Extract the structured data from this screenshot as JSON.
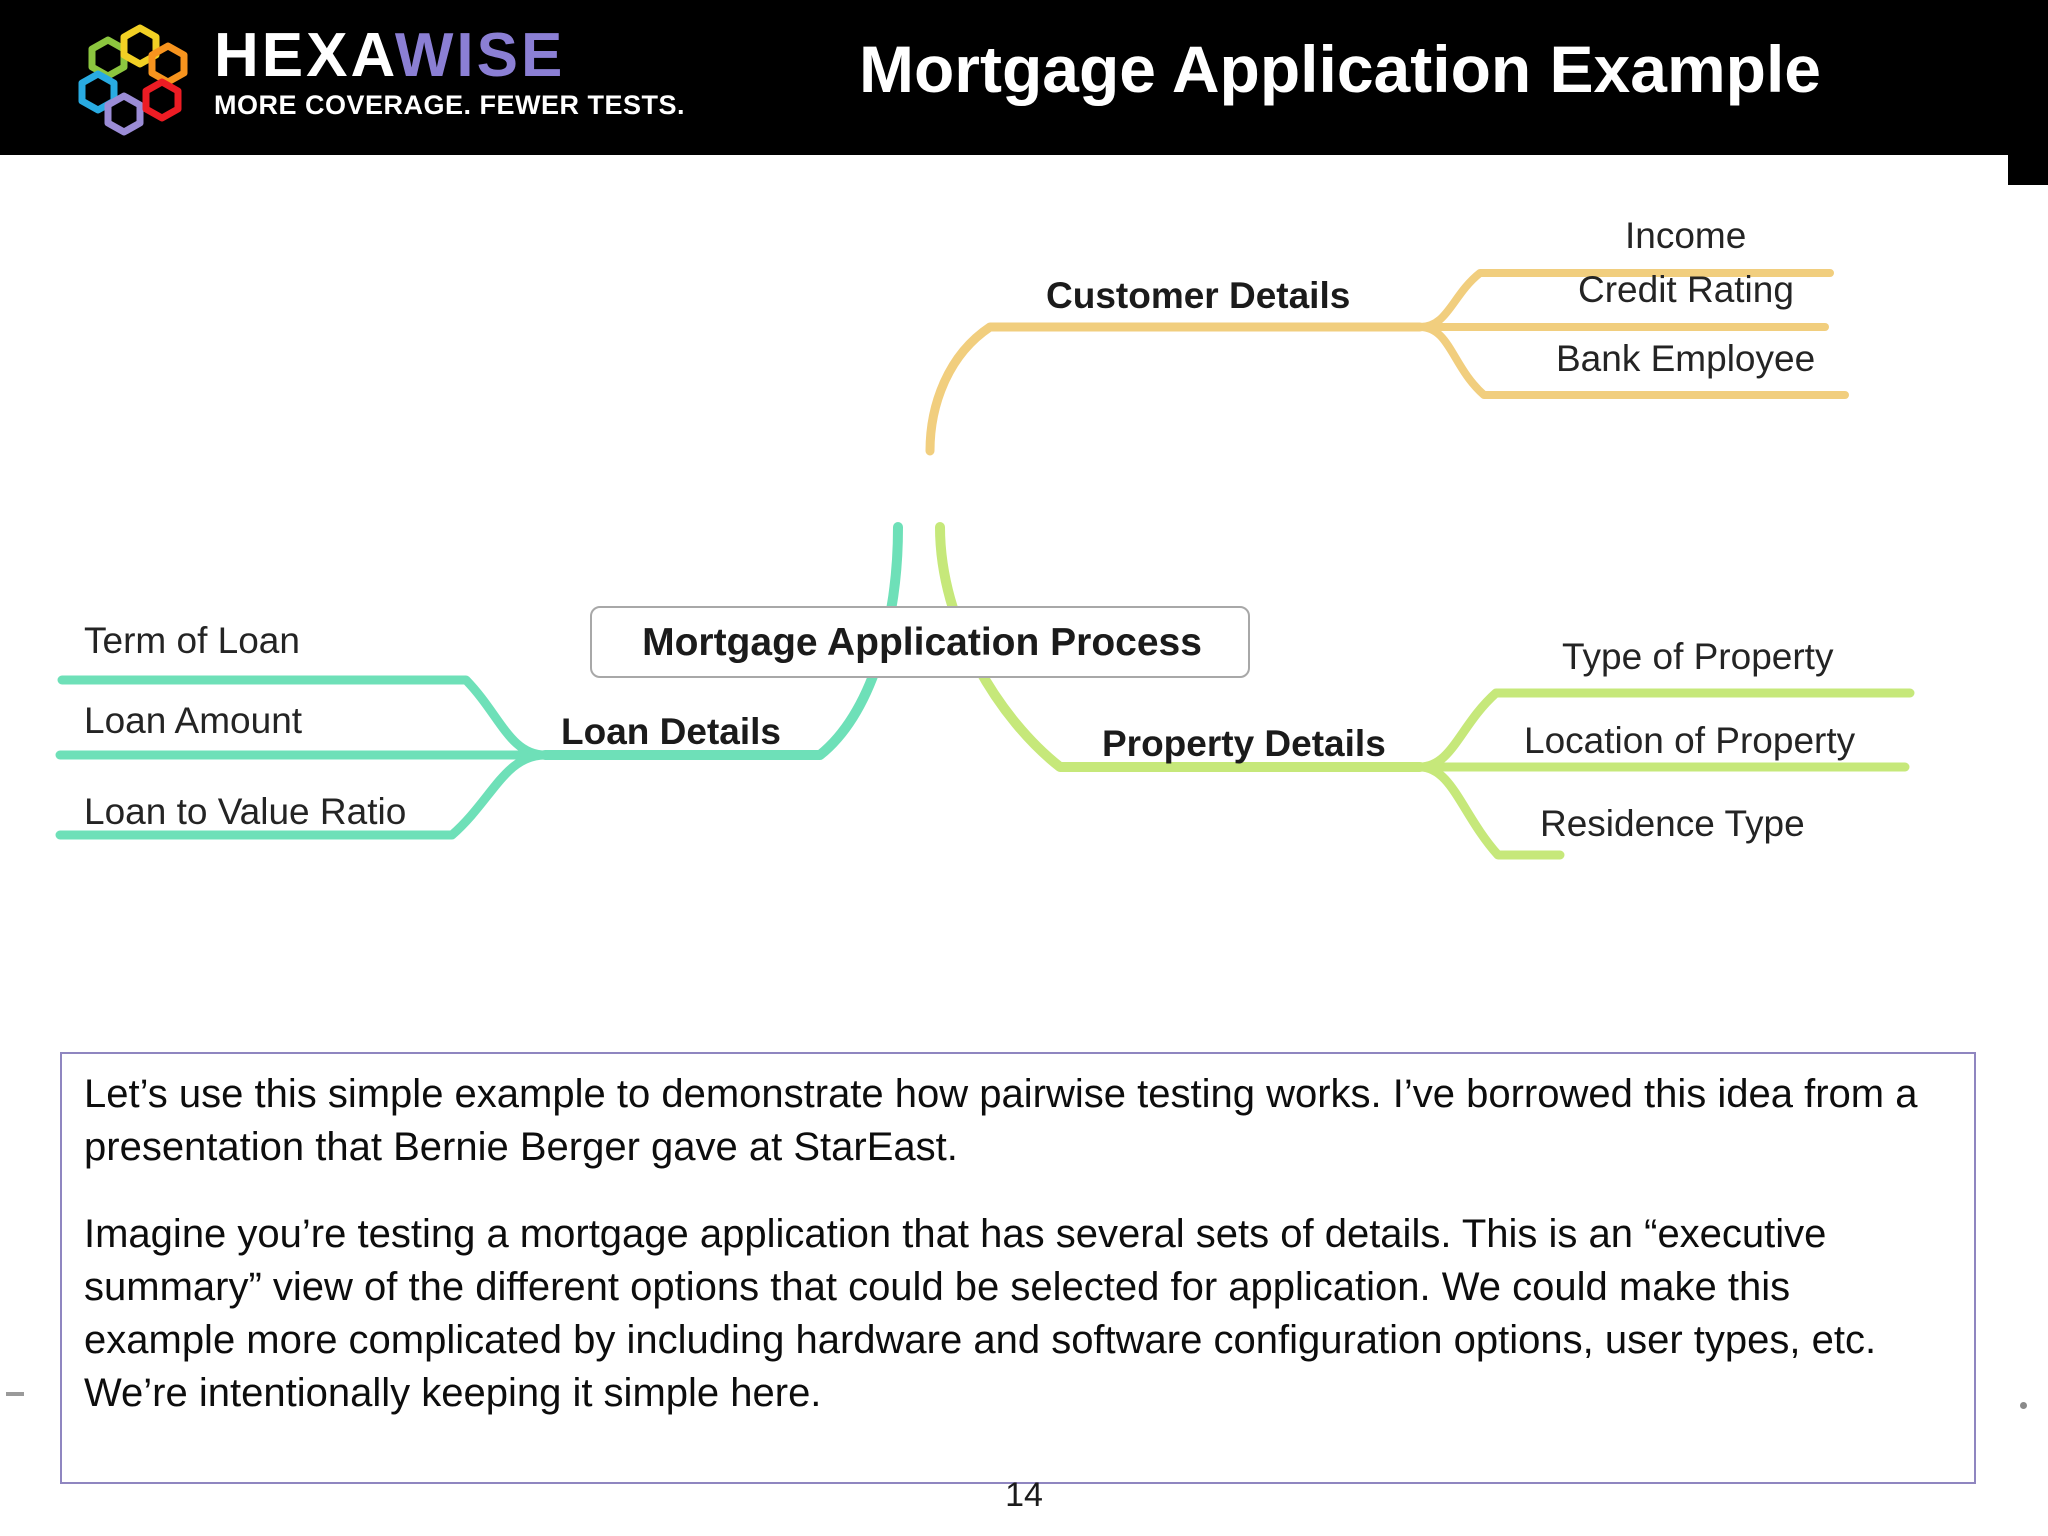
{
  "header": {
    "title": "Mortgage Application Example",
    "logo": {
      "word_primary": "HEXA",
      "word_secondary": "WISE",
      "tagline": "MORE COVERAGE. FEWER TESTS.",
      "hex_colors": [
        "#8cc63f",
        "#f2d024",
        "#f7941e",
        "#29abe2",
        "#9b8cd6",
        "#ed1c24"
      ]
    },
    "bar_color": "#000000",
    "title_color": "#ffffff"
  },
  "mindmap": {
    "center": {
      "label": "Mortgage Application Process",
      "border_color": "#a8a8a8"
    },
    "branches": [
      {
        "label": "Customer Details",
        "color": "#f1ce7e",
        "leaves": [
          "Income",
          "Credit Rating",
          "Bank Employee"
        ]
      },
      {
        "label": "Loan Details",
        "color": "#6ee0b8",
        "leaves": [
          "Term of Loan",
          "Loan Amount",
          "Loan to Value Ratio"
        ]
      },
      {
        "label": "Property Details",
        "color": "#c6e87a",
        "leaves": [
          "Type of Property",
          "Location of Property",
          "Residence Type"
        ]
      }
    ]
  },
  "notes": {
    "border_color": "#8f86c0",
    "paragraphs": [
      "Let’s use this simple example to demonstrate how pairwise testing works.  I’ve borrowed this idea from a presentation that Bernie Berger gave at StarEast.",
      "Imagine you’re testing a mortgage application that has several sets of details.  This is an “executive summary” view of the different options that could be selected for application.  We could make this example more complicated by including hardware and software configuration options, user types, etc.  We’re intentionally keeping it simple here."
    ]
  },
  "footer": {
    "page_number": "14"
  }
}
